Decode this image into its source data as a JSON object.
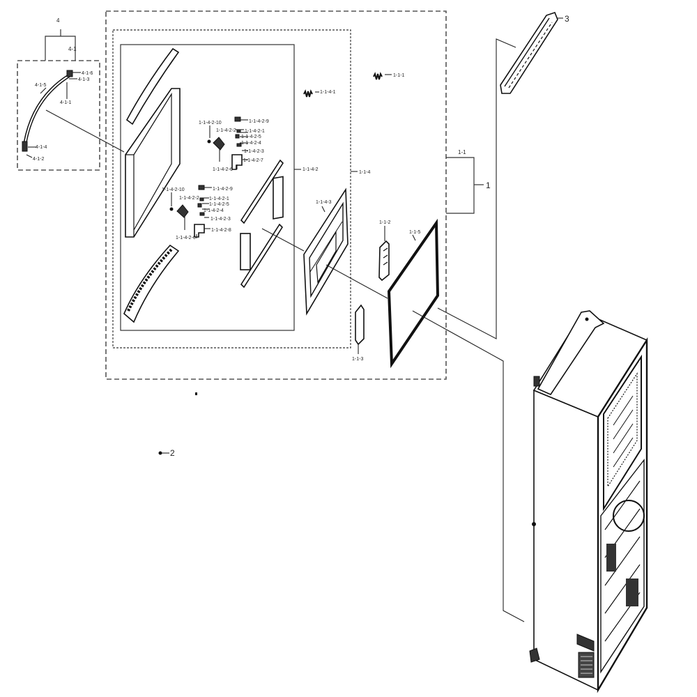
{
  "labels": {
    "l4": "4",
    "l4_1": "4-1",
    "l4_1_6": "4-1-6",
    "l4_1_3": "4-1-3",
    "l4_1_5": "4-1-5",
    "l4_1_1": "4-1-1",
    "l4_1_4": "4-1-4",
    "l4_1_2": "4-1-2",
    "l1_1_1": "1-1-1",
    "l1_1_4_1": "1-1-4-1",
    "l1_1_4_2": "1-1-4-2",
    "l1_1_4": "1-1-4",
    "l1_1_4_3": "1-1-4-3",
    "l1_1_2": "1-1-2",
    "l1_1_5": "1-1-5",
    "l1_1_3": "1-1-3",
    "l1_1": "1-1",
    "l1": "1",
    "l3": "3",
    "l2": "2",
    "a_10": "1-1-4-2-10",
    "a_9": "1-1-4-2-9",
    "a_2": "1-1-4-2-2",
    "a_1": "1-1-4-2-1",
    "a_5": "1-1-4-2-5",
    "a_4": "1-1-4-2-4",
    "a_3": "1-1-4-2-3",
    "a_6": "1-1-4-2-6",
    "a_7": "1-1-4-2-7",
    "b_10": "1-1-4-2-10",
    "b_9": "1-1-4-2-9",
    "b_2": "1-1-4-2-2",
    "b_1": "1-1-4-2-1",
    "b_5": "1-1-4-2-5",
    "b_4": "1-1-4-2-4",
    "b_3": "1-1-4-2-3",
    "b_6": "1-1-4-2-6",
    "b_8": "1-1-4-2-8"
  },
  "colors": {
    "ink": "#111111",
    "frame": "#555555",
    "background": "#ffffff"
  }
}
